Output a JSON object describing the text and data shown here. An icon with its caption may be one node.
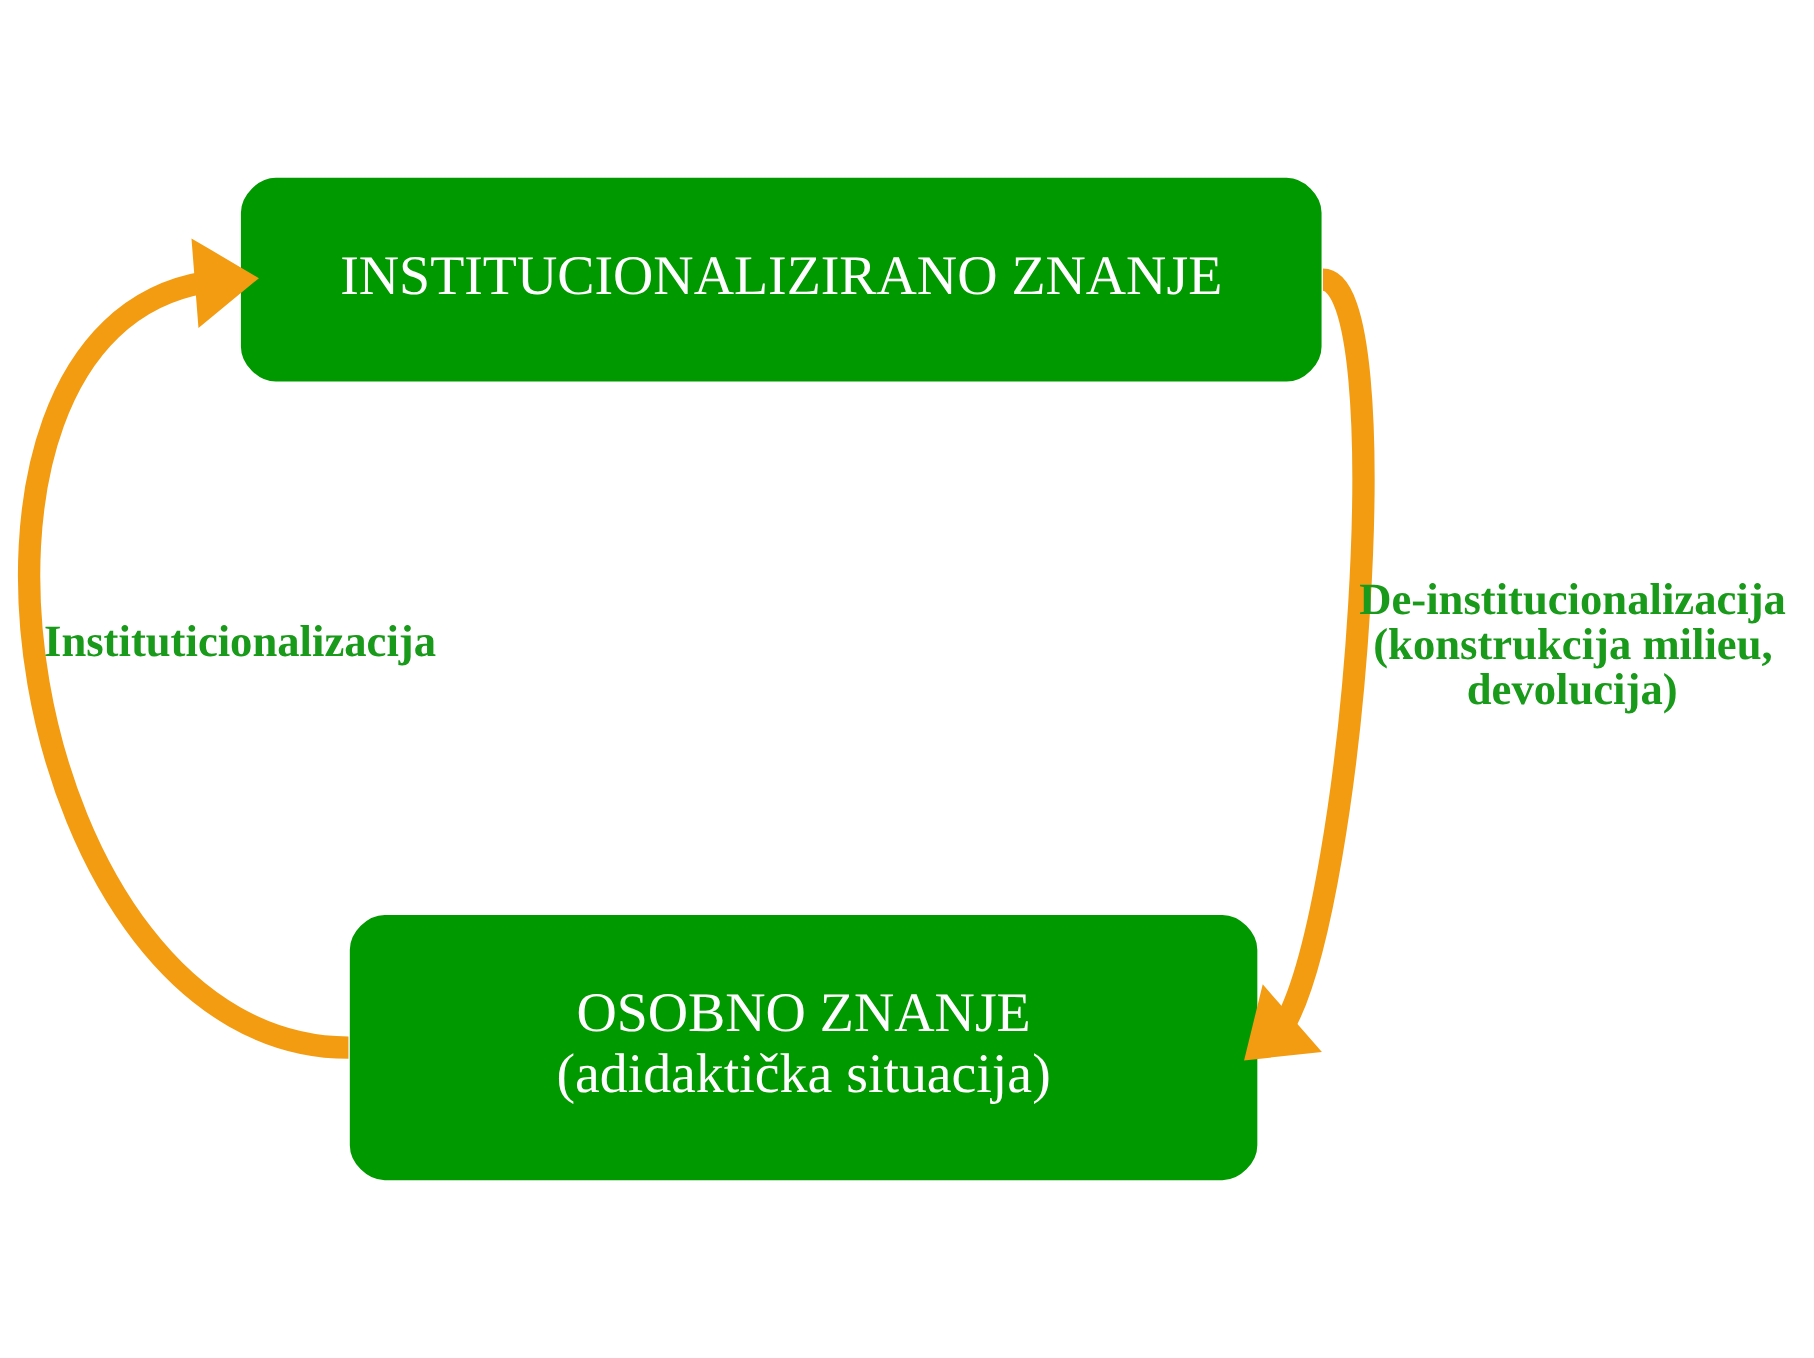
{
  "diagram": {
    "nodes": [
      {
        "text": [
          "INSTITUCIONALIZIRANO ZNANJE"
        ]
      },
      {
        "text": [
          "OSOBNO ZNANJE",
          "(adidaktička situacija)"
        ]
      }
    ],
    "edges": [
      {
        "from": 0,
        "to": 1,
        "arrow": "to",
        "label": "De-institucionalizacija (konstrukcija milieu, devolucija)"
      },
      {
        "from": 1,
        "to": 0,
        "arrow": "to",
        "label": "Instituticionalizacija"
      }
    ]
  }
}
